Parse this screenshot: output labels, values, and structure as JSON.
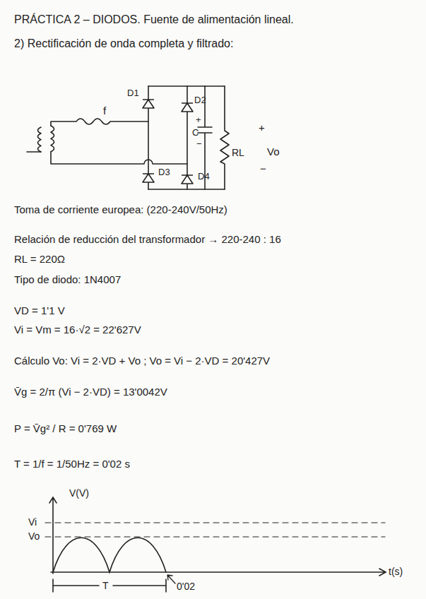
{
  "diagram": {
    "title": "PRÁCTICA 2 – DIODOS. Fuente de alimentación lineal.",
    "labels": [
      "2) Rectificación de onda completa y filtrado:",
      "D1",
      "D2",
      "f",
      "+",
      "C",
      "−",
      "RL",
      "+",
      "Vo",
      "−",
      "D3",
      "D4",
      "Toma de corriente europea: (220-240V/50Hz)",
      "Relación de reducción del transformador → 220-240 : 16",
      "RL = 220Ω",
      "Tipo de diodo: 1N4007",
      "VD = 1'1 V",
      "Vi = Vm = 16·√2 = 22'627V",
      "Cálculo Vo:  Vi = 2·VD + Vo ; Vo = Vi − 2·VD = 20'427V",
      "V̄g = 2/π (Vi − 2·VD) = 13'0042V",
      "P = V̄g² / R = 0'769 W",
      "T = 1/f = 1/50Hz = 0'02 s",
      "V(V)",
      "Vi",
      "Vo",
      "t(s)",
      "T",
      "0'02"
    ]
  }
}
